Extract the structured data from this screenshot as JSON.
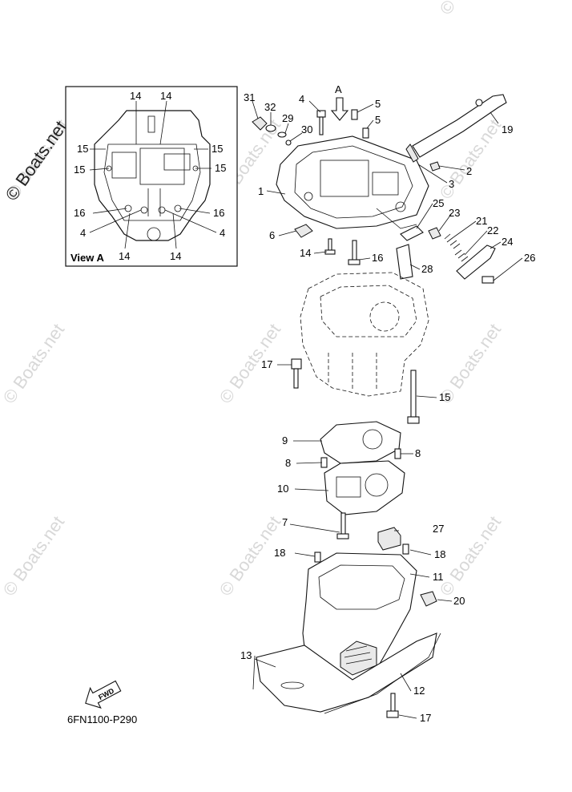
{
  "watermark": {
    "main": "© Boats.net",
    "faint": "© Boats.net"
  },
  "inset": {
    "caption": "View A",
    "labels": {
      "c14a": "14",
      "c14b": "14",
      "c15a": "15",
      "c15b": "15",
      "c15c": "15",
      "c15d": "15",
      "c16a": "16",
      "c16b": "16",
      "c4a": "4",
      "c4b": "4",
      "c14c": "14",
      "c14d": "14"
    }
  },
  "view_arrow": {
    "label": "A"
  },
  "callouts": {
    "p1": "1",
    "p2": "2",
    "p3": "3",
    "p4": "4",
    "p5a": "5",
    "p5b": "5",
    "p6": "6",
    "p7": "7",
    "p8a": "8",
    "p8b": "8",
    "p9": "9",
    "p10": "10",
    "p11": "11",
    "p12": "12",
    "p13": "13",
    "p14": "14",
    "p15": "15",
    "p16": "16",
    "p17a": "17",
    "p17b": "17",
    "p18a": "18",
    "p18b": "18",
    "p19": "19",
    "p20": "20",
    "p21": "21",
    "p22": "22",
    "p23": "23",
    "p24": "24",
    "p25": "25",
    "p26": "26",
    "p27": "27",
    "p28": "28",
    "p29": "29",
    "p30": "30",
    "p31": "31",
    "p32": "32"
  },
  "fwd_label": "FWD",
  "diagram_code": "6FN1100-P290"
}
